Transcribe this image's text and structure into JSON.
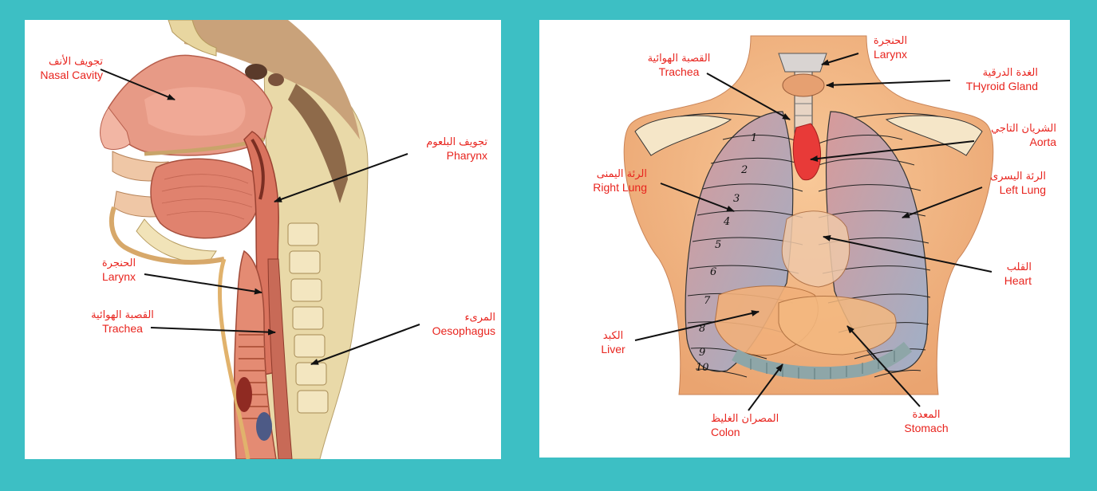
{
  "colors": {
    "background": "#3dbfc4",
    "label": "#e8241e",
    "arrow": "#111111"
  },
  "head_diagram": {
    "labels": [
      {
        "id": "nasal",
        "ar": "تجويف الأنف",
        "en": "Nasal Cavity"
      },
      {
        "id": "pharynx",
        "ar": "تجويف البلعوم",
        "en": "Pharynx"
      },
      {
        "id": "larynx",
        "ar": "الحنجرة",
        "en": "Larynx"
      },
      {
        "id": "trachea",
        "ar": "القصبة الهوائية",
        "en": "Trachea"
      },
      {
        "id": "oesophagus",
        "ar": "المرىء",
        "en": "Oesophagus"
      }
    ]
  },
  "chest_diagram": {
    "labels": [
      {
        "id": "larynx",
        "ar": "الحنجرة",
        "en": "Larynx"
      },
      {
        "id": "trachea",
        "ar": "القصبة الهوائية",
        "en": "Trachea"
      },
      {
        "id": "thyroid",
        "ar": "الغدة الدرقية",
        "en": "THyroid Gland"
      },
      {
        "id": "aorta",
        "ar": "الشريان التاجي",
        "en": "Aorta"
      },
      {
        "id": "right_lung",
        "ar": "الرئة اليمنى",
        "en": "Right Lung"
      },
      {
        "id": "left_lung",
        "ar": "الرئة اليسرى",
        "en": "Left Lung"
      },
      {
        "id": "heart",
        "ar": "القلب",
        "en": "Heart"
      },
      {
        "id": "liver",
        "ar": "الكبد",
        "en": "Liver"
      },
      {
        "id": "colon",
        "ar": "المصران الغليظ",
        "en": "Colon"
      },
      {
        "id": "stomach",
        "ar": "المعدة",
        "en": "Stomach"
      }
    ],
    "rib_numbers": [
      "1",
      "2",
      "3",
      "4",
      "5",
      "6",
      "7",
      "8",
      "9",
      "10"
    ]
  }
}
